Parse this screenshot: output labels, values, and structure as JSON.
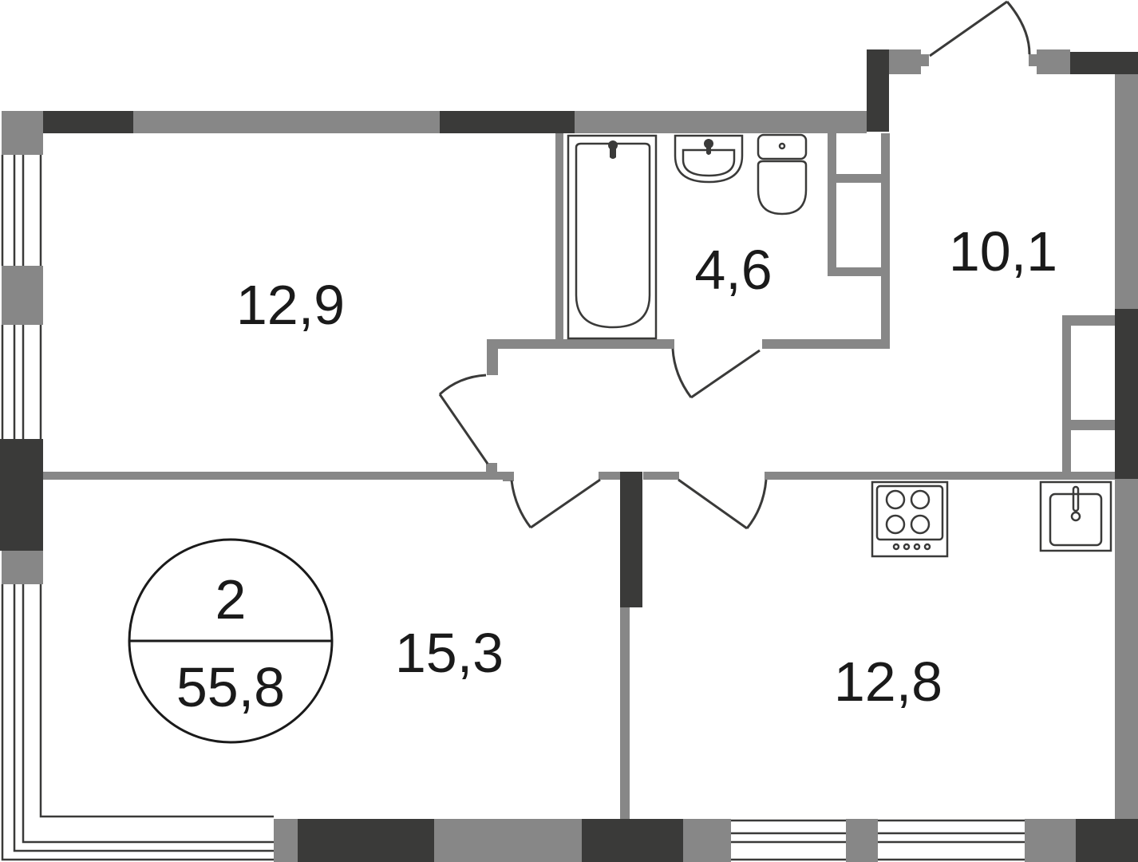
{
  "plan": {
    "rooms_count": "2",
    "total_area": "55,8",
    "rooms": [
      {
        "name": "room-bedroom",
        "area": "12,9"
      },
      {
        "name": "room-bathroom",
        "area": "4,6"
      },
      {
        "name": "room-hallway",
        "area": "10,1"
      },
      {
        "name": "room-living",
        "area": "15,3"
      },
      {
        "name": "room-kitchen",
        "area": "12,8"
      }
    ]
  },
  "colors": {
    "wall": "#878787",
    "wall_load_bearing": "#3a3a39",
    "fixture_stroke": "#3a3a39",
    "text": "#1a1a1a",
    "background": "#ffffff"
  }
}
